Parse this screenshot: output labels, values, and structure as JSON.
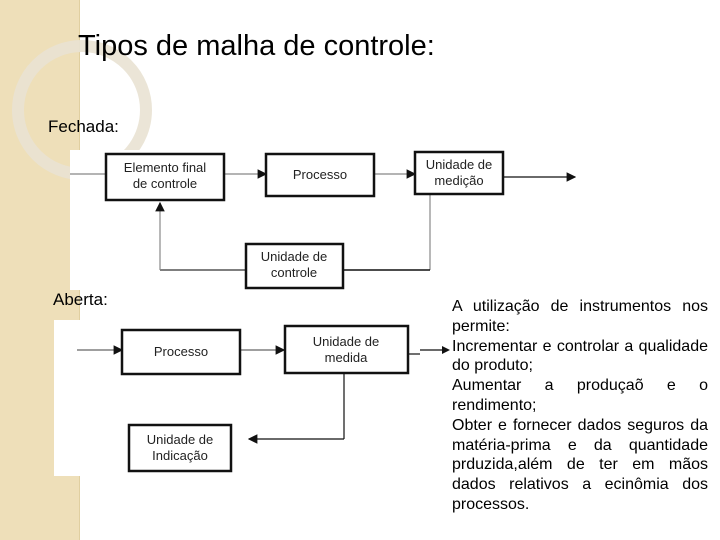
{
  "title": "Tipos de malha de controle:",
  "closed": {
    "label": "Fechada:",
    "boxes": {
      "final": [
        "Elemento final",
        "de controle"
      ],
      "process": "Processo",
      "measure": [
        "Unidade de",
        "medição"
      ],
      "control": [
        "Unidade de",
        "controle"
      ]
    }
  },
  "open": {
    "label": "Aberta:",
    "boxes": {
      "process": "Processo",
      "measure": [
        "Unidade de",
        "medida"
      ],
      "indication": [
        "Unidade de",
        "Indicação"
      ]
    }
  },
  "paragraph": [
    "A utilização de instrumentos nos permite:",
    "Incrementar e controlar a qualidade do produto;",
    "Aumentar a produçaõ e o rendimento;",
    "Obter e fornecer dados seguros da matéria-prima e da quantidade prduzida,além de ter em mãos dados relativos a ecinômia dos processos."
  ]
}
